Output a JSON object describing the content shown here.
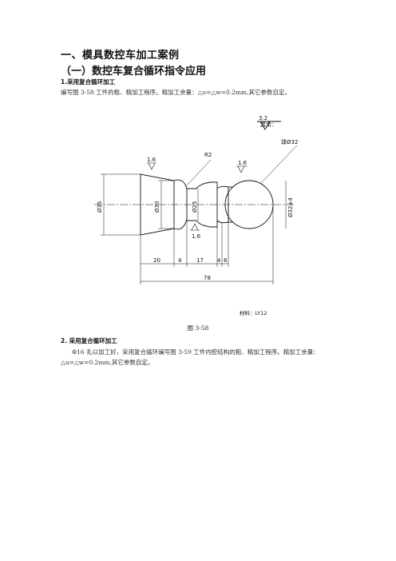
{
  "doc": {
    "title": "一、模具数控车加工案例",
    "subtitle": "（一）数控车复合循环指令应用",
    "section1": {
      "heading": "1.采用复合循环加工",
      "body": "编写图 3-58 工件的粗、精加工程序。精加工余量：△u=△w=0.2mm,其它参数自定。"
    },
    "figure": {
      "caption": "图 3-58",
      "roughness_label": "其余：",
      "roughness_value": "3.2",
      "dims": {
        "r_main": "R2",
        "r_ball": "球Ø32",
        "ra_left": "1.6",
        "ra_ball": "1.6",
        "ra_neck": "1.6",
        "d35": "Ø35",
        "d30": "Ø30",
        "d25": "Ø25",
        "d32": "Ø32±4",
        "w20": "20",
        "w4a": "4",
        "w17": "17",
        "w4b": "4",
        "w6": "6",
        "total": "78"
      },
      "material": "材料：LY12"
    },
    "section2": {
      "heading": "2.  采用复合循环加工",
      "body": "Φ16 孔以加工好，采用复合循环编写图 3-59 工件内腔结构的粗、精加工程序。精加工余量：△u=△w=0.2mm,其它参数自定。"
    }
  }
}
